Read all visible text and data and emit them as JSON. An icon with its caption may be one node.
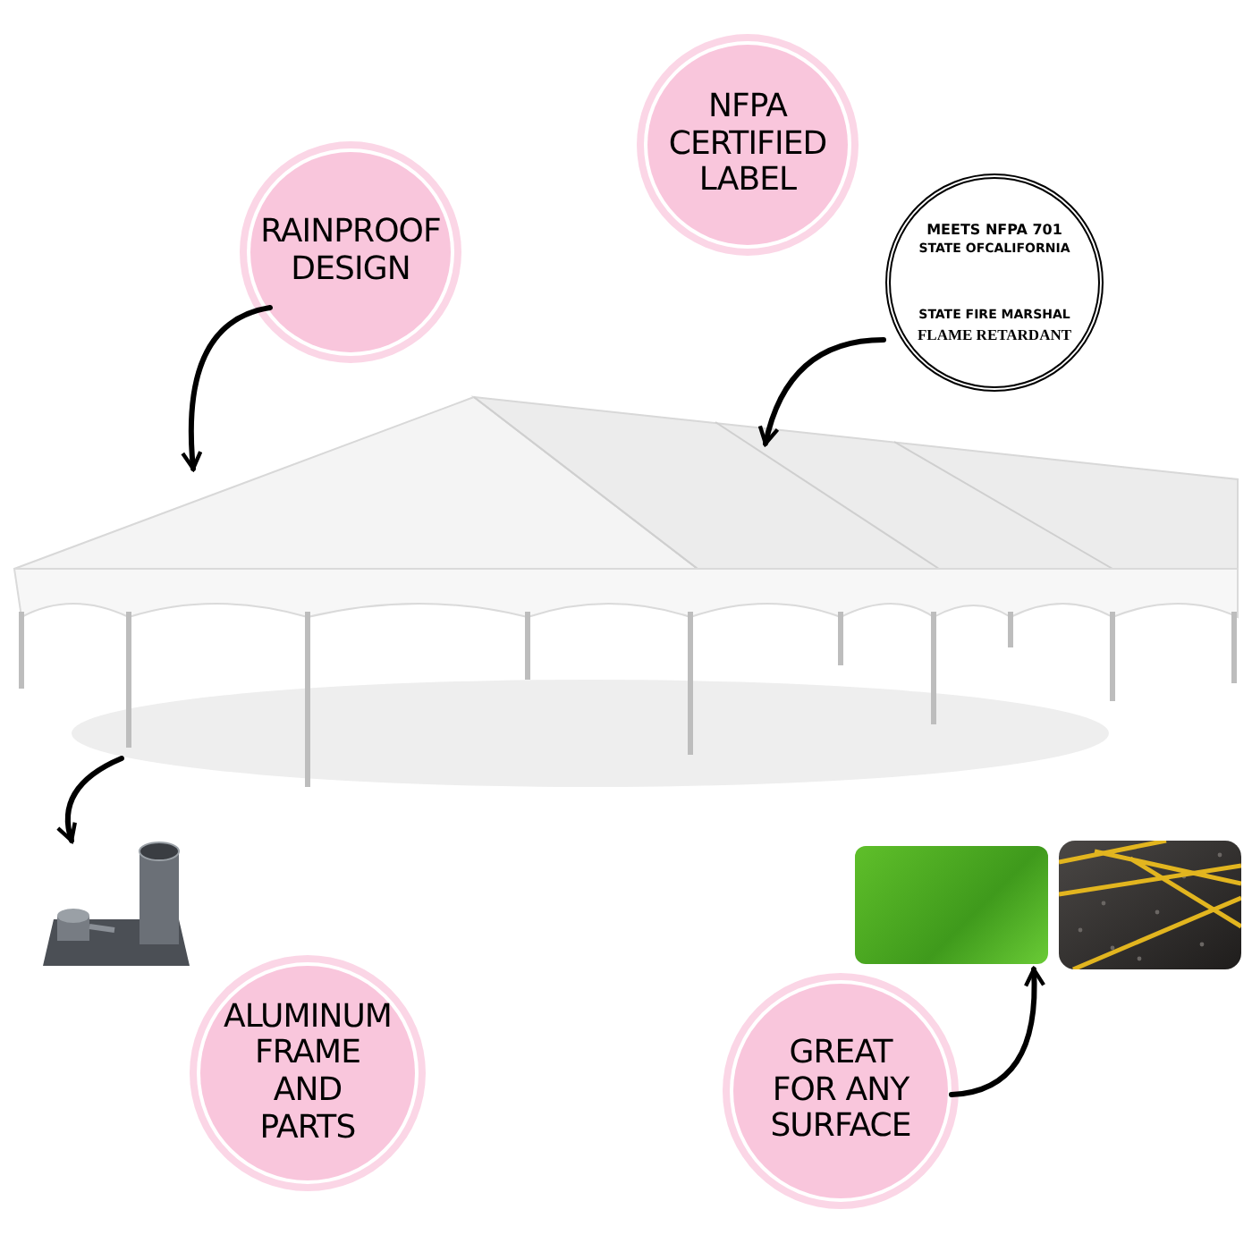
{
  "diagram": {
    "nodes": [
      {
        "text": [
          "RAINPROOF DESIGN"
        ]
      },
      {
        "text": [
          "NFPA CERTIFIED LABEL"
        ]
      },
      {
        "text": [
          "MEETS NFPA 701",
          "STATE OFCALIFORNIA",
          "STATE FIRE MARSHAL",
          "FLAME RETARDANT"
        ]
      },
      {
        "text": [],
        "shape": "picture"
      },
      {
        "text": [],
        "shape": "picture"
      },
      {
        "text": [
          "ALUMINUM FRAME AND PARTS"
        ]
      },
      {
        "text": [],
        "shape": "picture"
      },
      {
        "text": [],
        "shape": "picture"
      },
      {
        "text": [
          "GREAT FOR ANY SURFACE"
        ]
      }
    ],
    "edges": [
      {
        "from": 0,
        "to": 3,
        "arrow": "to"
      },
      {
        "from": 2,
        "to": 3,
        "arrow": "to"
      },
      {
        "from": 3,
        "to": 4,
        "arrow": "to"
      },
      {
        "from": 8,
        "to": 6,
        "arrow": "to"
      }
    ]
  }
}
